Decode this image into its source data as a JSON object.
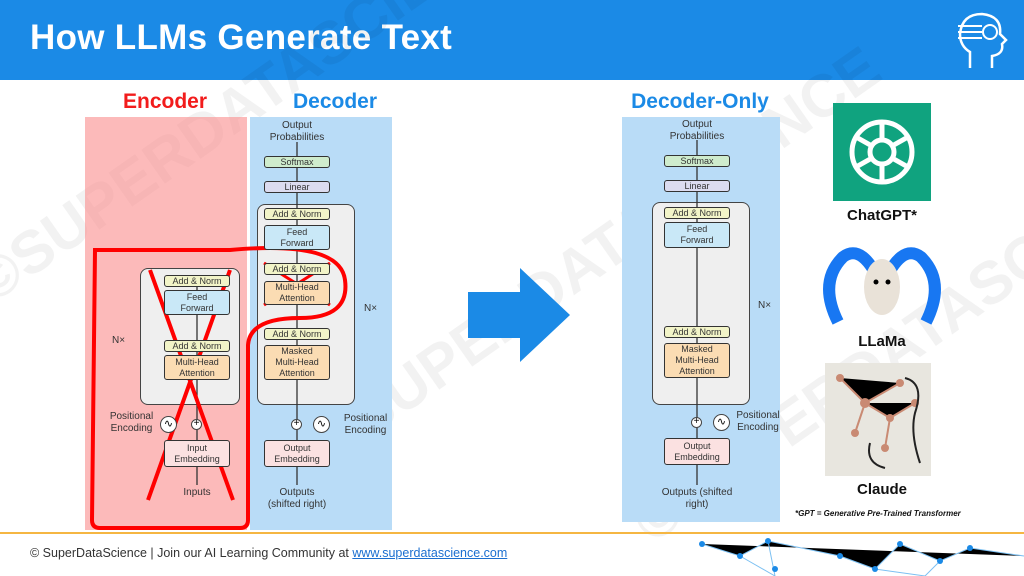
{
  "header": {
    "title": "How LLMs Generate Text",
    "logo_icon": "ai-head-icon"
  },
  "watermark": "©SUPERDATASCIENCE",
  "encoder": {
    "label": "Encoder",
    "color": "#f21c1c",
    "add_norm_1": "Add & Norm",
    "feed_forward": "Feed Forward",
    "add_norm_2": "Add & Norm",
    "attention": "Multi-Head Attention",
    "nx": "N×",
    "positional_encoding": "Positional Encoding",
    "embedding": "Input Embedding",
    "inputs": "Inputs"
  },
  "decoder": {
    "label": "Decoder",
    "color": "#1b8ae6",
    "output_probabilities": "Output Probabilities",
    "softmax": "Softmax",
    "linear": "Linear",
    "add_norm_1": "Add & Norm",
    "feed_forward": "Feed Forward",
    "add_norm_2": "Add & Norm",
    "cross_attention": "Multi-Head Attention",
    "add_norm_3": "Add & Norm",
    "masked_attention": "Masked Multi-Head Attention",
    "nx": "N×",
    "positional_encoding": "Positional Encoding",
    "embedding": "Output Embedding",
    "outputs": "Outputs (shifted right)"
  },
  "decoder_only": {
    "label": "Decoder-Only",
    "output_probabilities": "Output Probabilities",
    "softmax": "Softmax",
    "linear": "Linear",
    "add_norm_1": "Add & Norm",
    "feed_forward": "Feed Forward",
    "add_norm_2": "Add & Norm",
    "masked_attention": "Masked Multi-Head Attention",
    "nx": "N×",
    "positional_encoding": "Positional Encoding",
    "embedding": "Output Embedding",
    "outputs": "Outputs (shifted right)"
  },
  "models": [
    {
      "name": "ChatGPT*",
      "icon": "openai-logo"
    },
    {
      "name": "LLaMa",
      "icon": "meta-llama-logo"
    },
    {
      "name": "Claude",
      "icon": "claude-logo"
    }
  ],
  "footnote": "*GPT = Generative Pre-Trained Transformer",
  "footer": {
    "text": "© SuperDataScience |  Join our AI Learning Community at ",
    "link": "www.superdatascience.com"
  }
}
